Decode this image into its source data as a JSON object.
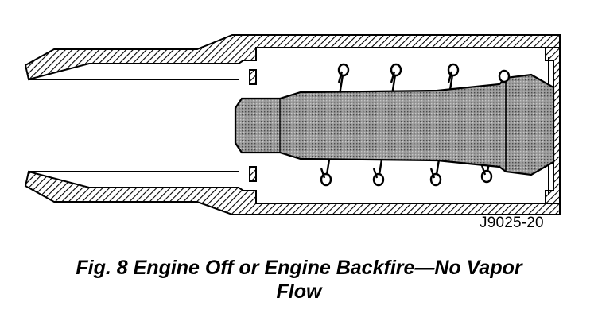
{
  "figure": {
    "id_label": "J9025-20",
    "caption_line1": "Fig. 8 Engine Off or Engine Backfire—No Vapor",
    "caption_line2": "Flow"
  },
  "colors": {
    "ink": "#000000",
    "plunger_fill": "#8a8a8a",
    "background": "#ffffff"
  }
}
